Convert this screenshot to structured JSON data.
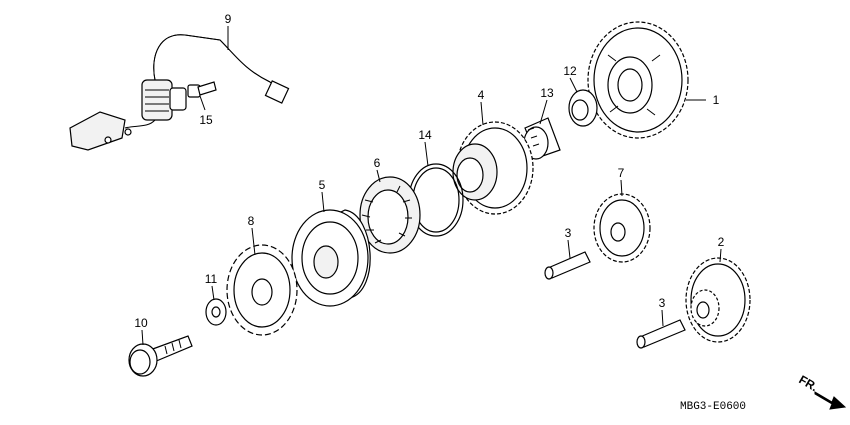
{
  "callouts": [
    {
      "id": "1",
      "label": "1"
    },
    {
      "id": "2",
      "label": "2"
    },
    {
      "id": "3a",
      "label": "3"
    },
    {
      "id": "3b",
      "label": "3"
    },
    {
      "id": "4",
      "label": "4"
    },
    {
      "id": "5",
      "label": "5"
    },
    {
      "id": "6",
      "label": "6"
    },
    {
      "id": "7",
      "label": "7"
    },
    {
      "id": "8",
      "label": "8"
    },
    {
      "id": "9",
      "label": "9"
    },
    {
      "id": "10",
      "label": "10"
    },
    {
      "id": "11",
      "label": "11"
    },
    {
      "id": "12",
      "label": "12"
    },
    {
      "id": "13",
      "label": "13"
    },
    {
      "id": "14",
      "label": "14"
    },
    {
      "id": "15",
      "label": "15"
    }
  ],
  "diagram_code": "MBG3-E0600",
  "direction_label": "FR."
}
